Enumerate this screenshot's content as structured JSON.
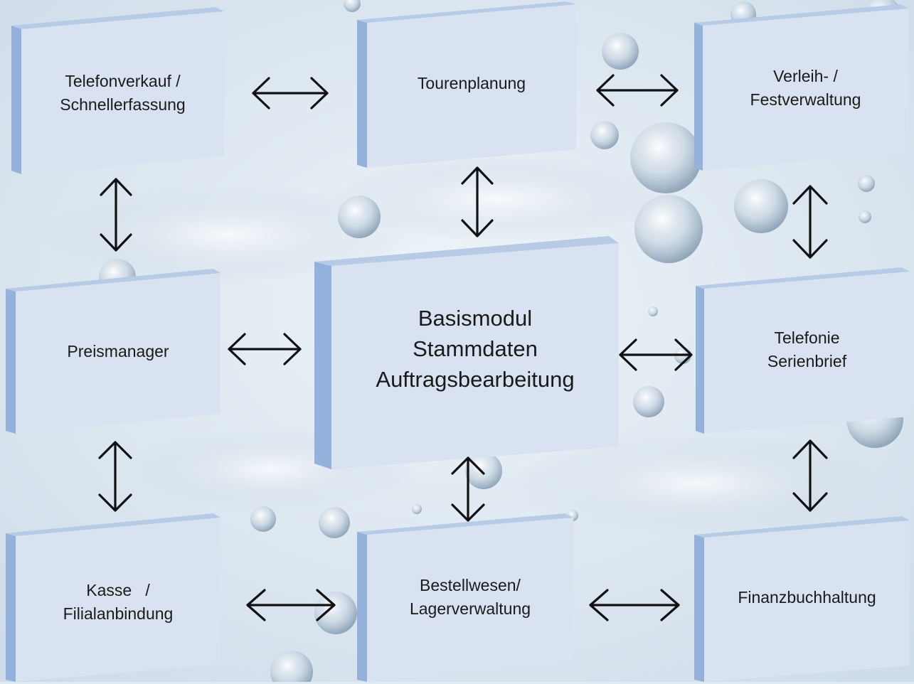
{
  "modules": {
    "telefonverkauf": {
      "lines": [
        "Telefonverkauf /",
        "Schnellerfassung"
      ]
    },
    "tourenplanung": {
      "lines": [
        "Tourenplanung"
      ]
    },
    "verleih": {
      "lines": [
        "Verleih- /",
        "Festverwaltung"
      ]
    },
    "preismanager": {
      "lines": [
        "Preismanager"
      ]
    },
    "basismodul": {
      "lines": [
        "Basismodul",
        "Stammdaten",
        "Auftragsbearbeitung"
      ]
    },
    "telefonie": {
      "lines": [
        "Telefonie",
        "Serienbrief"
      ]
    },
    "kasse": {
      "lines": [
        "Kasse   /",
        "Filialanbindung"
      ]
    },
    "bestellwesen": {
      "lines": [
        "Bestellwesen/",
        "Lagerverwaltung"
      ]
    },
    "finanzbuchhaltung": {
      "lines": [
        "Finanzbuchhaltung"
      ]
    }
  },
  "colors": {
    "face": "#d9e2f0",
    "bevel_light": "#e6edf7",
    "bevel_dark": "#93b1da",
    "bevel_mid": "#b7cae6",
    "arrow": "#111111"
  }
}
